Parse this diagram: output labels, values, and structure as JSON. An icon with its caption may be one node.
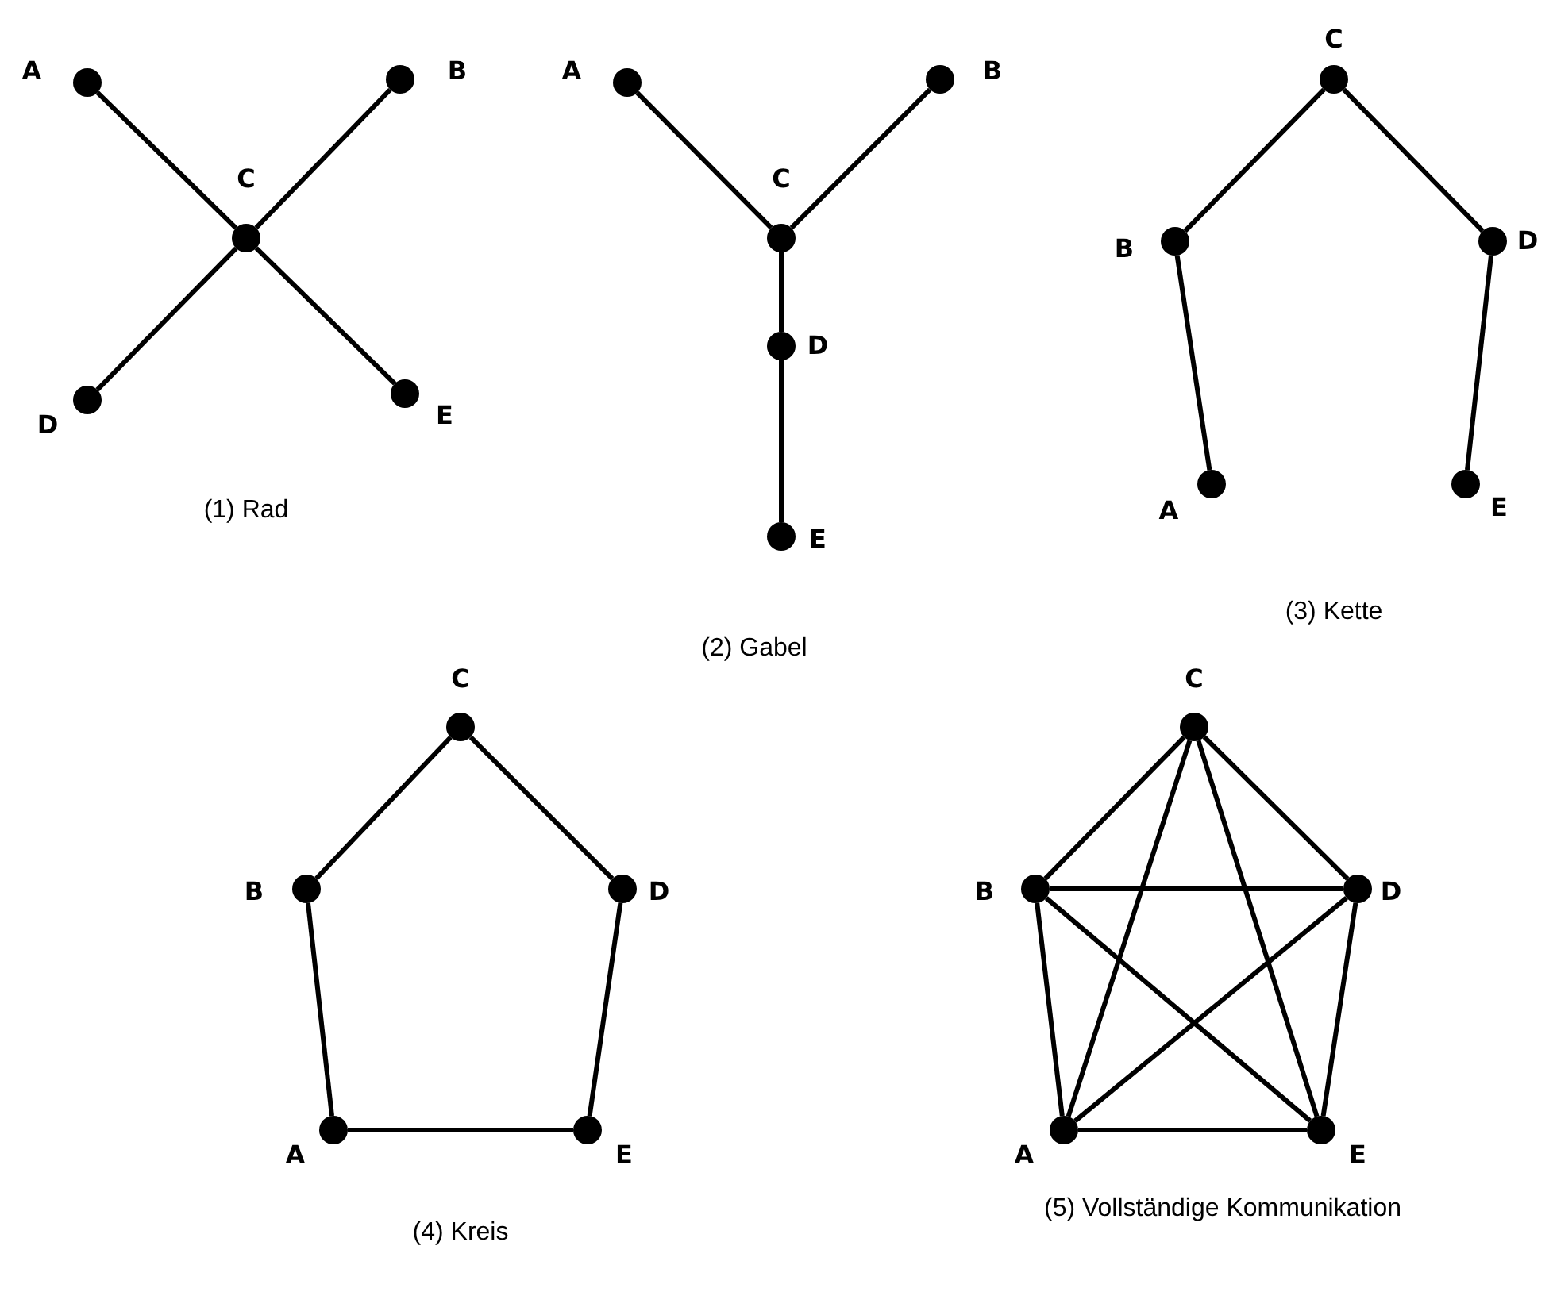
{
  "diagram": {
    "nodes": [
      {
        "text": [
          "A"
        ]
      },
      {
        "text": [
          "B"
        ]
      },
      {
        "text": [
          "C"
        ]
      },
      {
        "text": [
          "D"
        ]
      },
      {
        "text": [
          "E"
        ]
      },
      {
        "text": [
          "A"
        ]
      },
      {
        "text": [
          "B"
        ]
      },
      {
        "text": [
          "C"
        ]
      },
      {
        "text": [
          "D"
        ]
      },
      {
        "text": [
          "E"
        ]
      },
      {
        "text": [
          "C"
        ]
      },
      {
        "text": [
          "B"
        ]
      },
      {
        "text": [
          "D"
        ]
      },
      {
        "text": [
          "A"
        ]
      },
      {
        "text": [
          "E"
        ]
      },
      {
        "text": [
          "C"
        ]
      },
      {
        "text": [
          "B"
        ]
      },
      {
        "text": [
          "D"
        ]
      },
      {
        "text": [
          "A"
        ]
      },
      {
        "text": [
          "E"
        ]
      },
      {
        "text": [
          "C"
        ]
      },
      {
        "text": [
          "B"
        ]
      },
      {
        "text": [
          "D"
        ]
      },
      {
        "text": [
          "A"
        ]
      },
      {
        "text": [
          "E"
        ]
      }
    ],
    "edges": [
      {
        "from": 0,
        "to": 2,
        "arrow": "none"
      },
      {
        "from": 1,
        "to": 2,
        "arrow": "none"
      },
      {
        "from": 3,
        "to": 2,
        "arrow": "none"
      },
      {
        "from": 4,
        "to": 2,
        "arrow": "none"
      },
      {
        "from": 5,
        "to": 7,
        "arrow": "none"
      },
      {
        "from": 6,
        "to": 7,
        "arrow": "none"
      },
      {
        "from": 7,
        "to": 8,
        "arrow": "none"
      },
      {
        "from": 8,
        "to": 9,
        "arrow": "none"
      },
      {
        "from": 10,
        "to": 11,
        "arrow": "none"
      },
      {
        "from": 11,
        "to": 13,
        "arrow": "none"
      },
      {
        "from": 10,
        "to": 12,
        "arrow": "none"
      },
      {
        "from": 12,
        "to": 14,
        "arrow": "none"
      },
      {
        "from": 15,
        "to": 16,
        "arrow": "none"
      },
      {
        "from": 16,
        "to": 18,
        "arrow": "none"
      },
      {
        "from": 18,
        "to": 19,
        "arrow": "none"
      },
      {
        "from": 19,
        "to": 17,
        "arrow": "none"
      },
      {
        "from": 17,
        "to": 15,
        "arrow": "none"
      },
      {
        "from": 20,
        "to": 21,
        "arrow": "none"
      },
      {
        "from": 20,
        "to": 22,
        "arrow": "none"
      },
      {
        "from": 20,
        "to": 23,
        "arrow": "none"
      },
      {
        "from": 20,
        "to": 24,
        "arrow": "none"
      },
      {
        "from": 21,
        "to": 22,
        "arrow": "none"
      },
      {
        "from": 21,
        "to": 23,
        "arrow": "none"
      },
      {
        "from": 21,
        "to": 24,
        "arrow": "none"
      },
      {
        "from": 22,
        "to": 23,
        "arrow": "none"
      },
      {
        "from": 22,
        "to": 24,
        "arrow": "none"
      },
      {
        "from": 23,
        "to": 24,
        "arrow": "none"
      }
    ],
    "labels": [
      "(1) Rad",
      "(3) Kette",
      "(2) Gabel",
      "(4) Kreis",
      "(5) Vollständige Kommunikation"
    ]
  }
}
